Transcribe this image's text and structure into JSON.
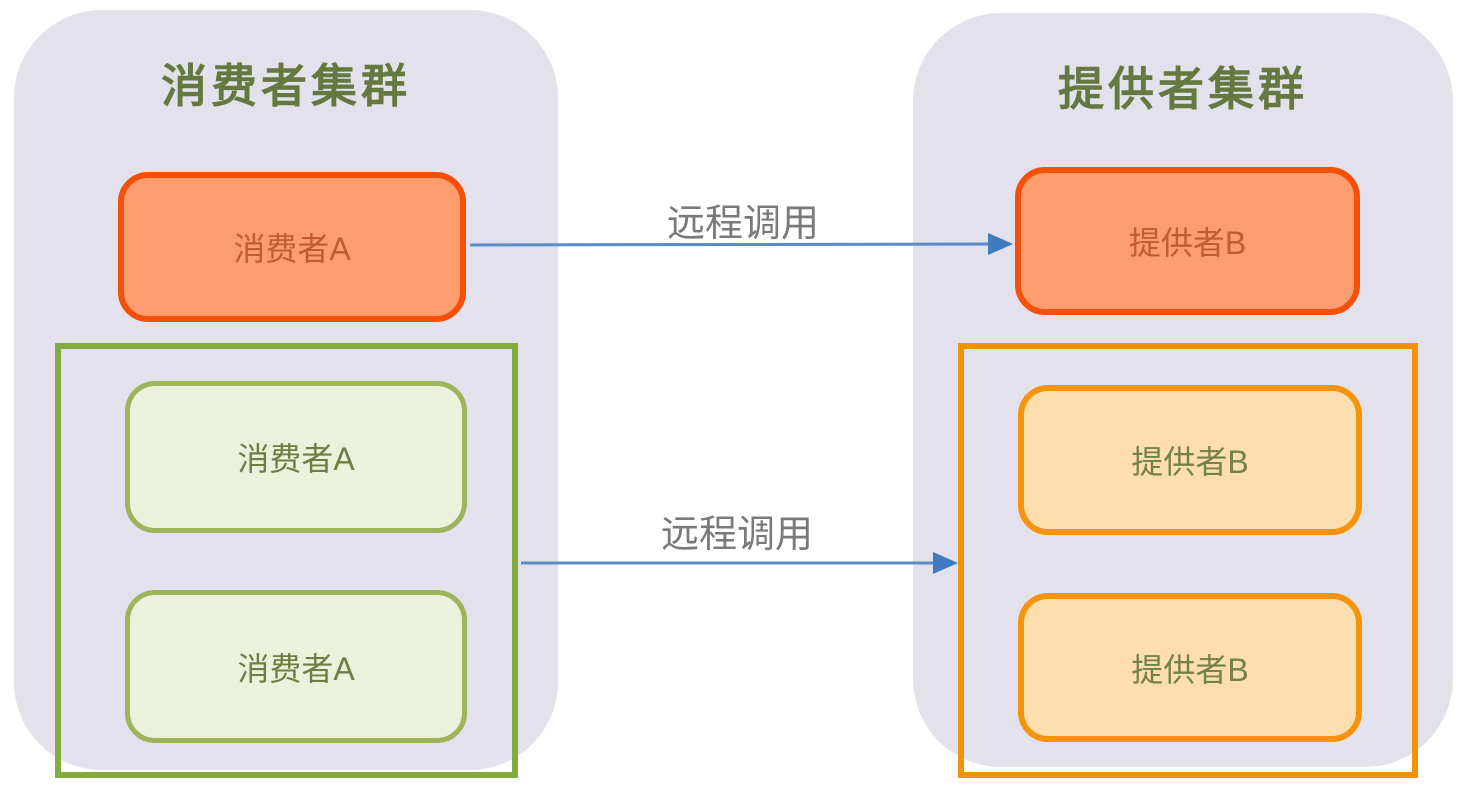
{
  "diagram_title": "RPC consumer/provider cluster diagram",
  "colors": {
    "panel_fill": "#E3E1EC",
    "title_text": "#65783F",
    "hot_node_fill": "#FB9D6F",
    "hot_node_border": "#F4500A",
    "hot_node_text": "#C25B2F",
    "green_group_border": "#82AD3E",
    "green_node_fill": "#ECF1DC",
    "green_node_border": "#9DB45B",
    "green_node_text": "#6D7D43",
    "orange_group_border": "#F2920B",
    "peach_node_fill": "#FCDEAF",
    "peach_node_border": "#F4930C",
    "peach_node_text": "#75814B",
    "arrow_blue": "#5B8BC9",
    "arrow_label_gray": "#7A7A7A"
  },
  "left_cluster": {
    "title": "消费者集群",
    "standalone_node": {
      "label": "消费者A"
    },
    "group": {
      "nodes": [
        {
          "label": "消费者A"
        },
        {
          "label": "消费者A"
        }
      ]
    }
  },
  "right_cluster": {
    "title": "提供者集群",
    "standalone_node": {
      "label": "提供者B"
    },
    "group": {
      "nodes": [
        {
          "label": "提供者B"
        },
        {
          "label": "提供者B"
        }
      ]
    }
  },
  "arrows": [
    {
      "label": "远程调用",
      "from": "消费者A",
      "to": "提供者B"
    },
    {
      "label": "远程调用",
      "from": "消费者集群(组)",
      "to": "提供者集群(组)"
    }
  ]
}
